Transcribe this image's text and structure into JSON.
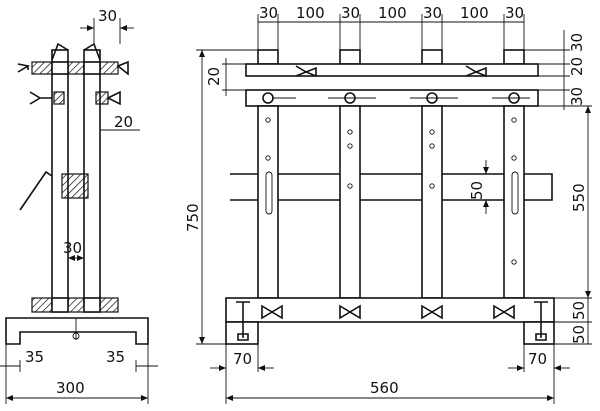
{
  "side_view": {
    "top_width": "30",
    "rail_offset": "20",
    "inner_width": "30",
    "foot_left": "35",
    "foot_right": "35",
    "base_width": "300"
  },
  "front_view": {
    "top_dims": [
      "30",
      "100",
      "30",
      "100",
      "30",
      "100",
      "30"
    ],
    "right_dims": [
      "30",
      "20",
      "30"
    ],
    "left_dim_20": "20",
    "mid_height": "50",
    "right_height": "550",
    "total_height": "750",
    "base_right_a": "50",
    "base_right_b": "50",
    "foot_left": "70",
    "foot_right": "70",
    "total_width": "560"
  }
}
